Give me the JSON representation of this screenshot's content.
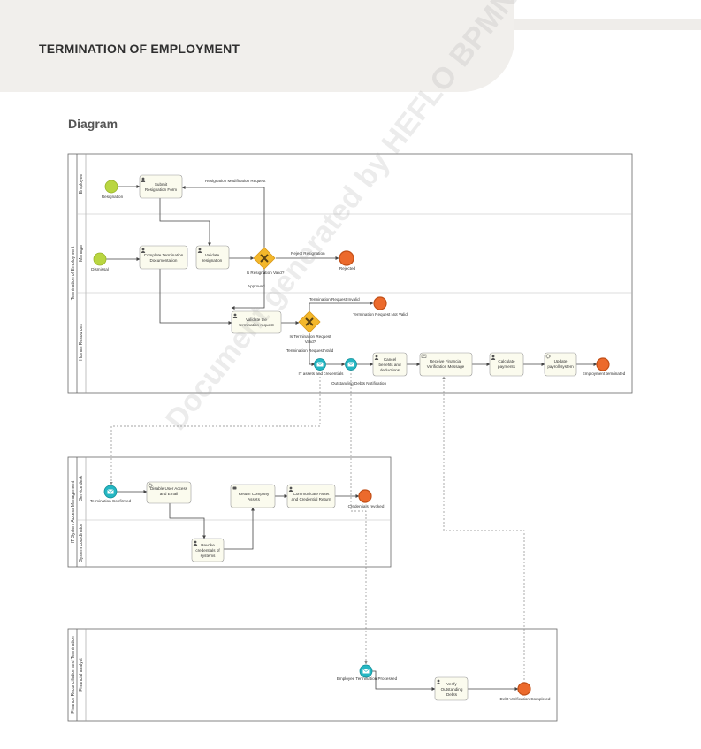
{
  "header": {
    "title": "TERMINATION OF EMPLOYMENT",
    "subtitle": "Diagram"
  },
  "watermark": "Document generated by HEFLO BPMN www.heflo.com",
  "colors": {
    "start": "#b9d641",
    "end": "#ec6a2c",
    "gateway": "#f3b72b",
    "intermediate": "#25b7c3",
    "task_fill": "#fbfbee",
    "line": "#444444",
    "dashed": "#888888"
  },
  "pools": {
    "p1": {
      "name": "Termination of Employment",
      "lanes": [
        "Employee",
        "Manager",
        "Human Resources"
      ]
    },
    "p2": {
      "name": "IT System Access Management",
      "lanes": [
        "Service desk",
        "System coordinator"
      ]
    },
    "p3": {
      "name": "Finance Reconciliation and Termination",
      "lanes": [
        "Financial analyst"
      ]
    }
  },
  "events": {
    "resignation": "Resignation",
    "dismissal": "Dismissal",
    "rejected": "Rejected",
    "not_valid": "Termination Request Not Valid",
    "it_assets": "IT assets and credentials",
    "outstanding": "Outstanding Debts Notification",
    "employment_terminated": "Employment terminated",
    "termination_confirmed": "Termination Confirmed",
    "credentials_revoked": "Credentials revoked",
    "employee_processed": "Employee Termination Processed",
    "debt_completed": "Debt Verification Completed"
  },
  "tasks": {
    "submit_resignation": [
      "Submit",
      "Resignation Form"
    ],
    "complete_documentation": [
      "Complete Termination",
      "Documentation"
    ],
    "validate_resignation": [
      "Validate",
      "resignation"
    ],
    "validate_request": [
      "Validate the",
      "termination request"
    ],
    "cancel_benefits": [
      "Cancel",
      "benefits and",
      "deductions"
    ],
    "receive_financial": [
      "Receive Financial",
      "Verification Message"
    ],
    "calculate_payments": [
      "Calculate",
      "payments"
    ],
    "update_payroll": [
      "Update",
      "payroll system"
    ],
    "disable_access": [
      "Disable User Access",
      "and Email"
    ],
    "return_assets": [
      "Return Company",
      "Assets"
    ],
    "communicate_return": [
      "Communicate Asset",
      "and Credential Return"
    ],
    "revoke_credentials": [
      "Revoke",
      "credentials of",
      "systems"
    ],
    "verify_debts": [
      "Verify",
      "Outstanding",
      "Debts"
    ]
  },
  "gateways": {
    "resignation_valid": "Is Resignation Valid?",
    "request_valid": [
      "Is Termination Request",
      "Valid?"
    ]
  },
  "flows": {
    "modification": "Resignation Modification Request",
    "reject": "Reject Resignation",
    "approved": "Approved",
    "request_invalid": "Termination Request Invalid",
    "request_valid": "Termination Request Valid"
  }
}
